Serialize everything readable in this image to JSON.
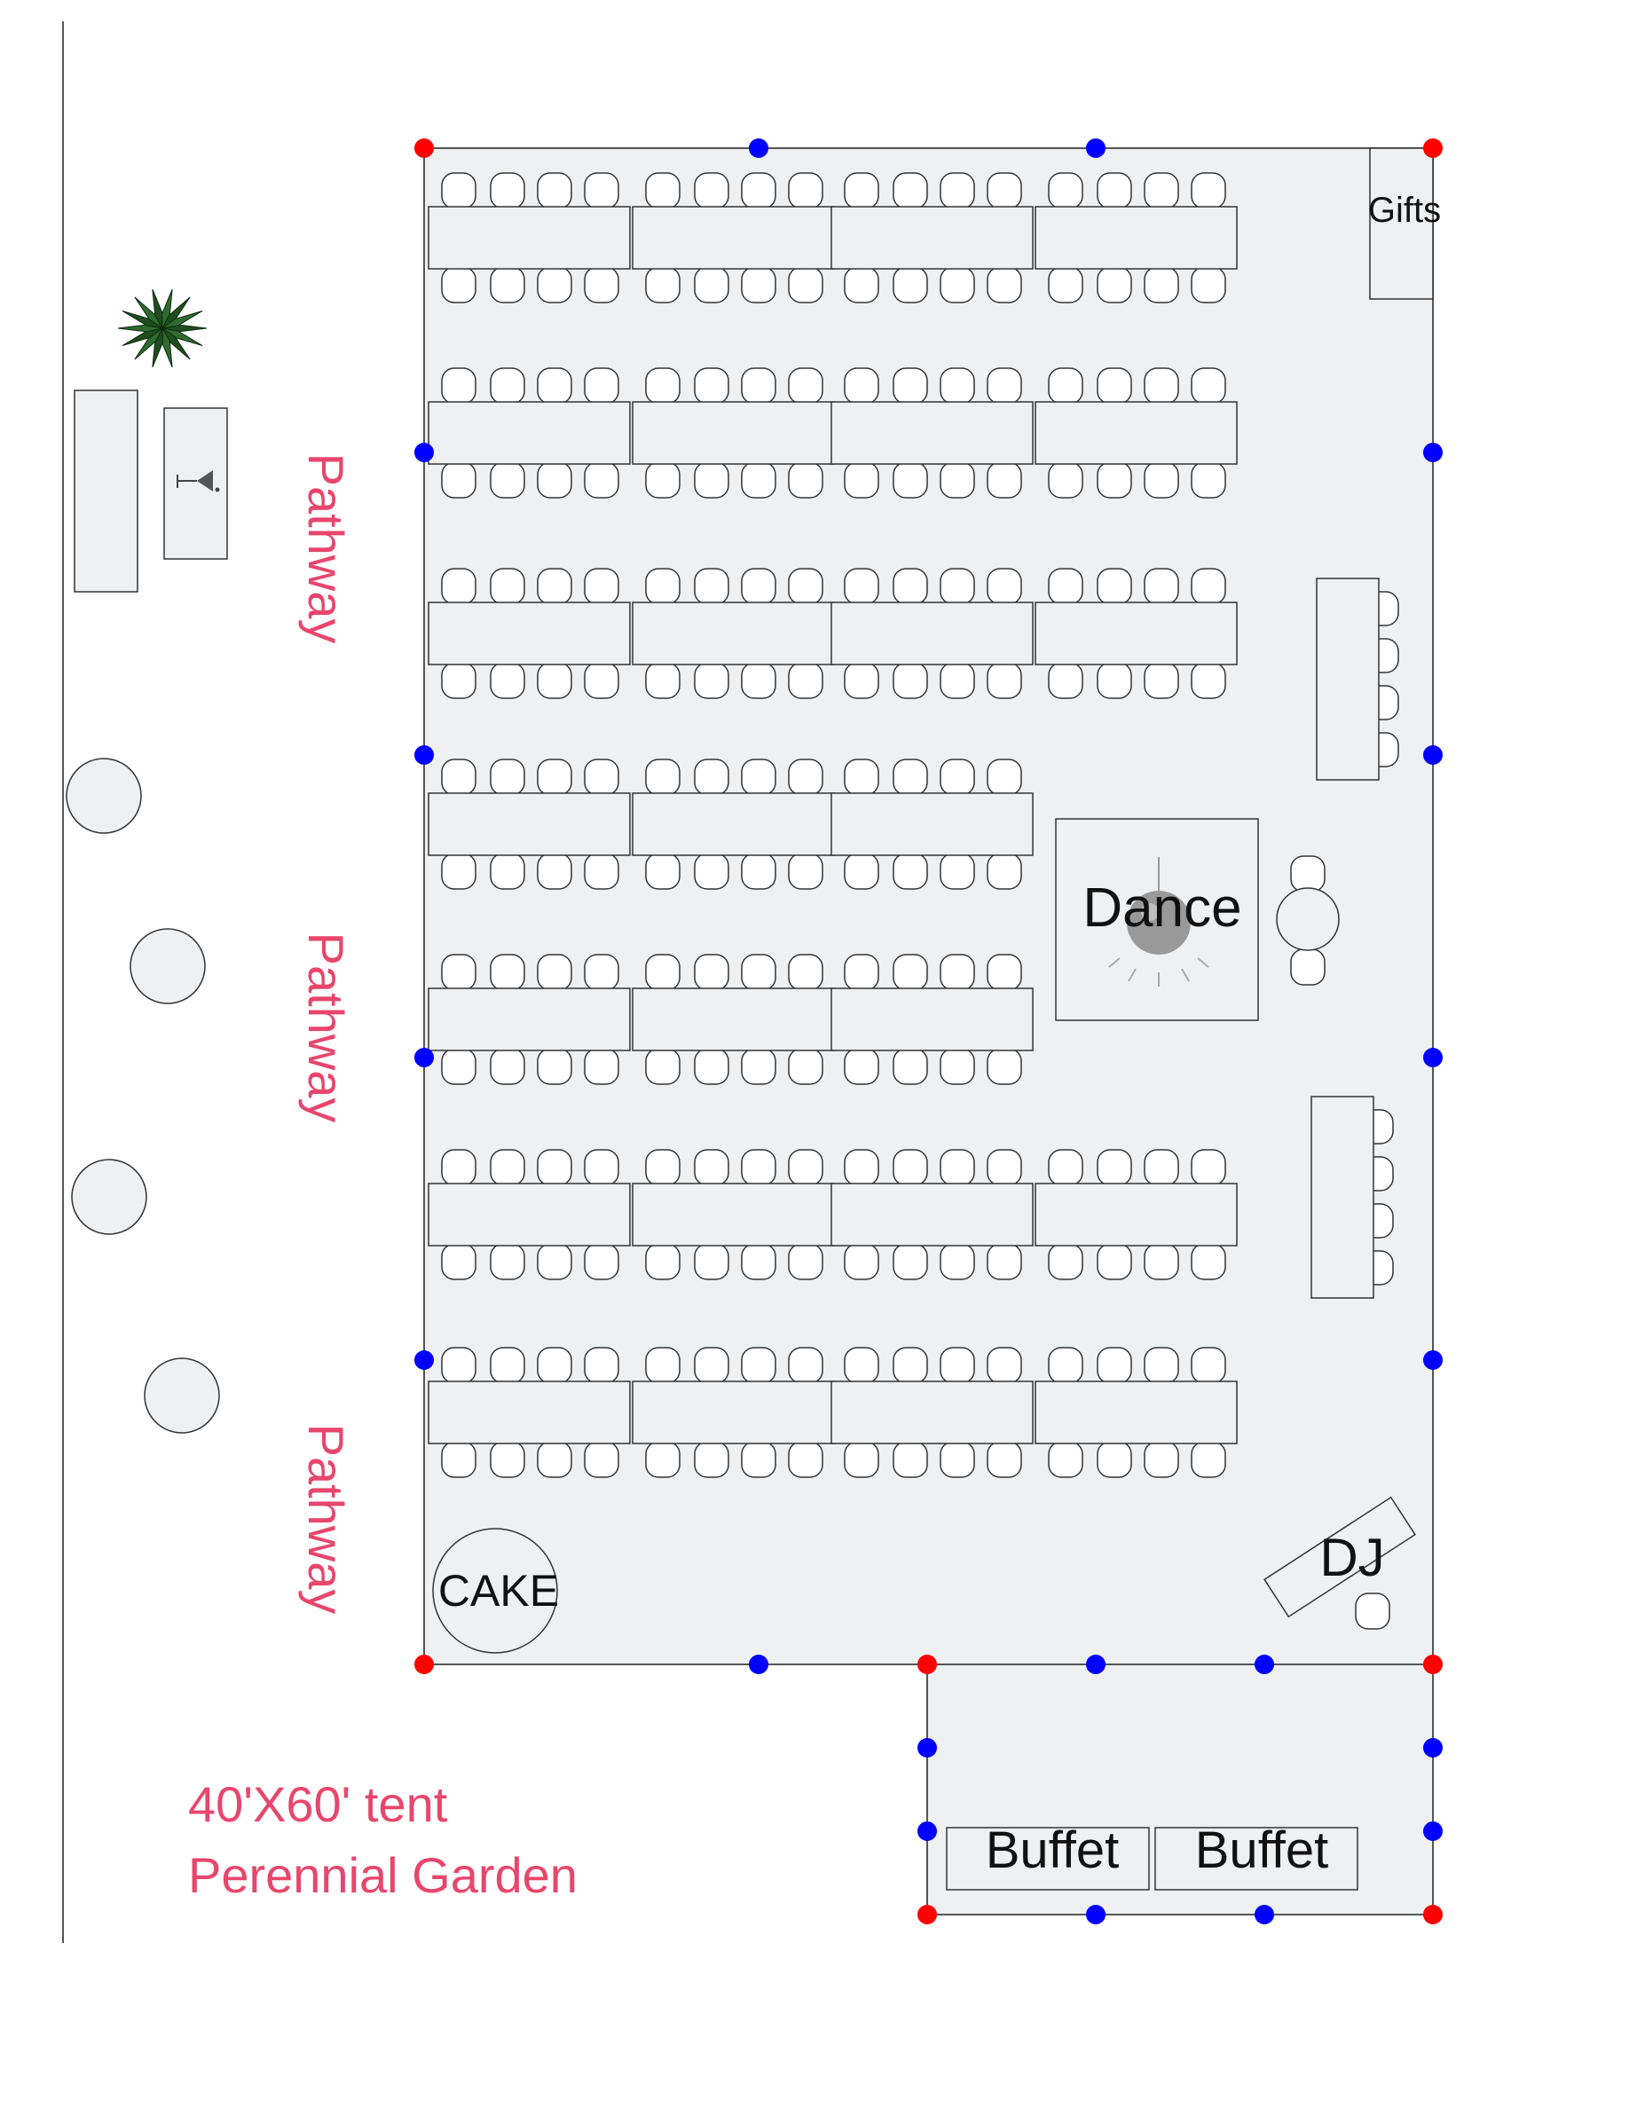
{
  "labels": {
    "pathway": [
      "Pathway",
      "Pathway",
      "Pathway"
    ],
    "gifts": "Gifts",
    "dance": "Dance",
    "cake": "CAKE",
    "dj": "DJ",
    "buffet_left": "Buffet",
    "buffet_right": "Buffet",
    "caption_line1": "40'X60' tent",
    "caption_line2": "Perennial Garden"
  },
  "colors": {
    "accent": "#e8466c",
    "fill": "#eef0f2",
    "stroke": "#333333",
    "pole_corner": "#ff0000",
    "pole_side": "#0000ff",
    "plant": "#2f6b2f"
  },
  "icons": [
    "martini-glass-icon",
    "disco-ball-icon",
    "plant-icon"
  ]
}
